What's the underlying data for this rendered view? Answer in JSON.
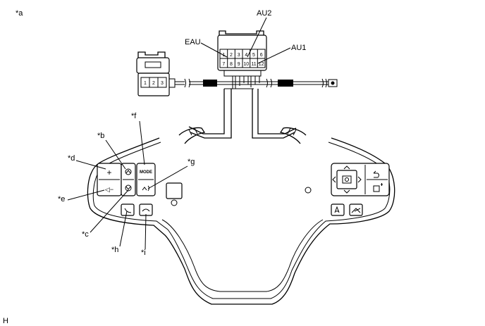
{
  "labels": {
    "a": "*a",
    "b": "*b",
    "c": "*c",
    "d": "*d",
    "e": "*e",
    "f": "*f",
    "g": "*g",
    "h": "*h",
    "i": "*i",
    "eau": "EAU",
    "au1": "AU1",
    "au2": "AU2",
    "corner": "H"
  },
  "connector_small": {
    "pins": [
      "1",
      "2",
      "3"
    ]
  },
  "connector_large": {
    "top_pins": [
      "1",
      "2",
      "3",
      "4",
      "5",
      "6"
    ],
    "bottom_pins": [
      "7",
      "8",
      "9",
      "10",
      "11",
      "12"
    ]
  },
  "buttons": {
    "plus": "+",
    "vol_minus": "◁−",
    "mode": "MODE"
  }
}
